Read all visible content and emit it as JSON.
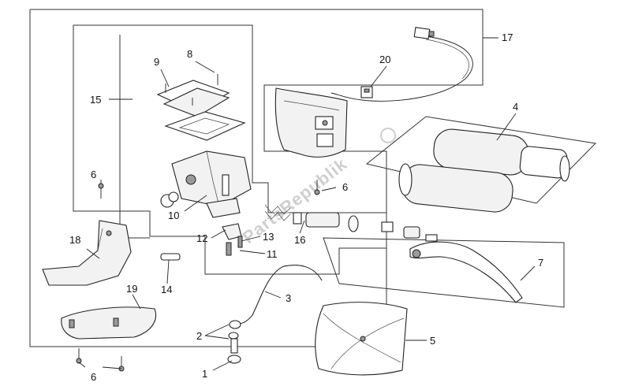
{
  "watermark": "PartsRepublik",
  "callouts": {
    "c1": "1",
    "c2": "2",
    "c3": "3",
    "c4": "4",
    "c5": "5",
    "c6a": "6",
    "c6b": "6",
    "c6c": "6",
    "c7": "7",
    "c8": "8",
    "c9": "9",
    "c10": "10",
    "c11": "11",
    "c12": "12",
    "c13": "13",
    "c14": "14",
    "c15": "15",
    "c16": "16",
    "c17": "17",
    "c18": "18",
    "c19": "19",
    "c20": "20"
  }
}
